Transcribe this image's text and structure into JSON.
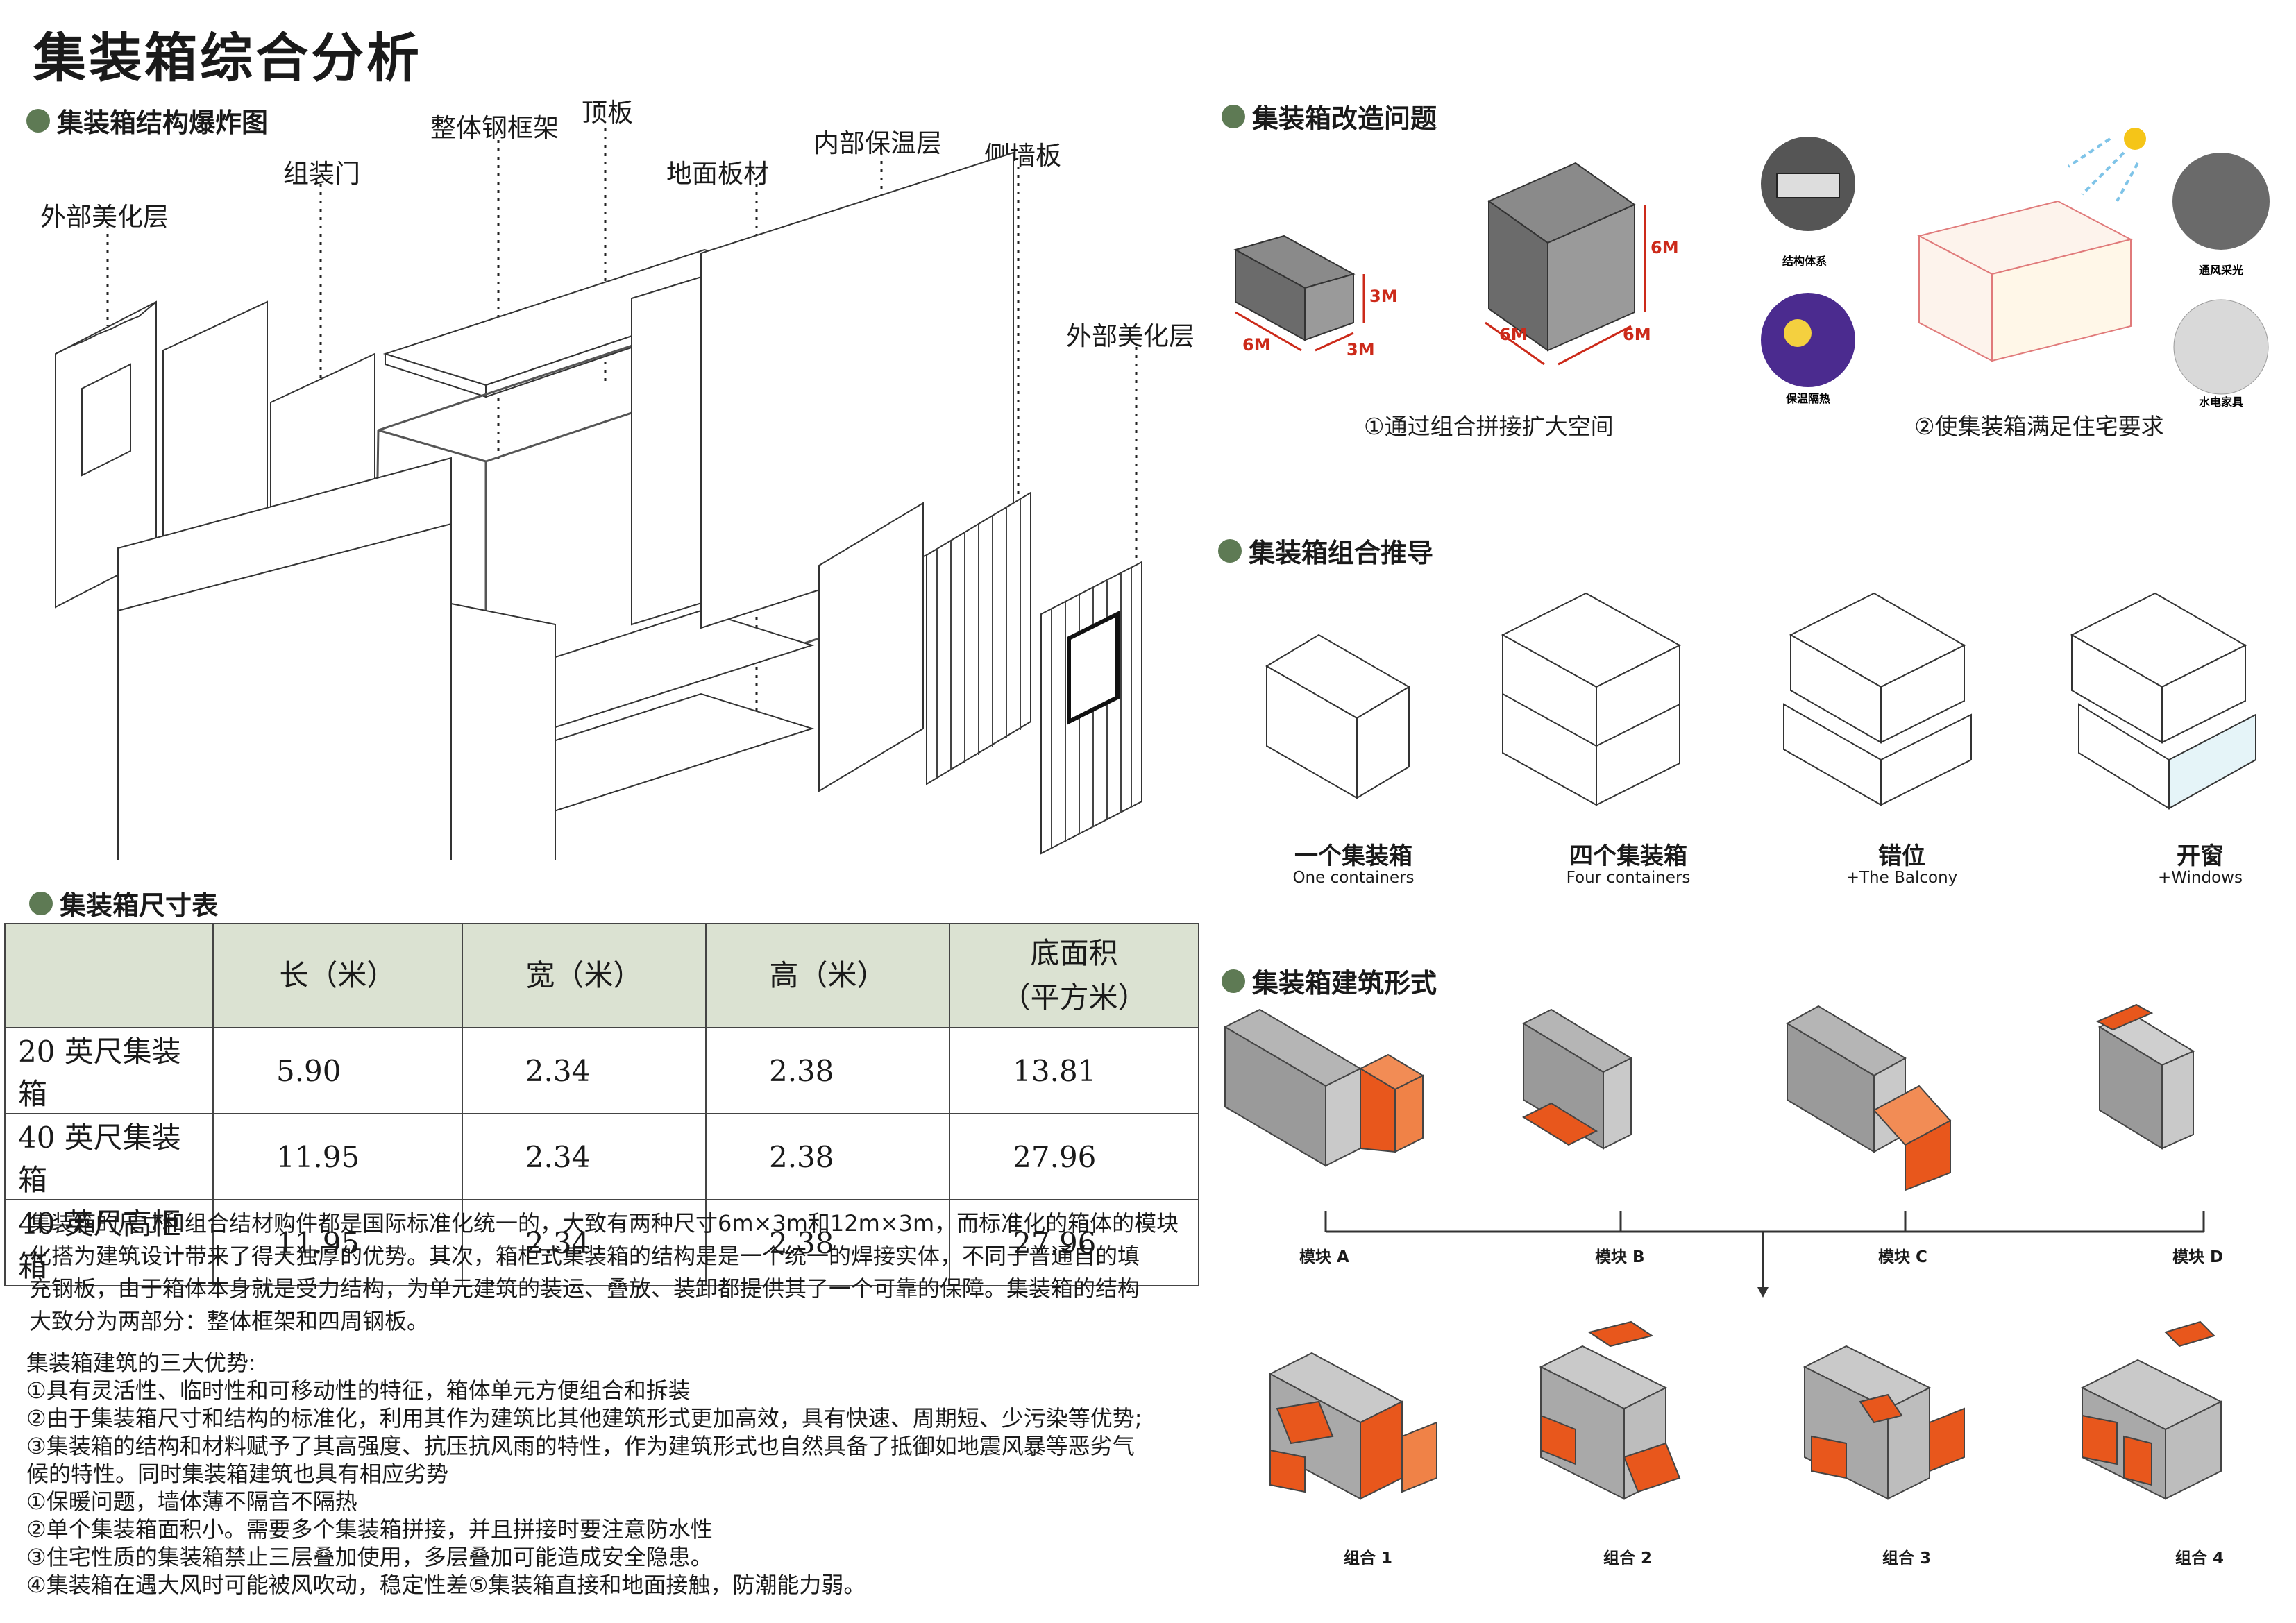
{
  "title": "集装箱综合分析",
  "sections": {
    "explode": "集装箱结构爆炸图",
    "size_table": "集装箱尺寸表",
    "problems": "集装箱改造问题",
    "combo": "集装箱组合推导",
    "forms": "集装箱建筑形式"
  },
  "explode_labels": {
    "ext_left": "外部美化层",
    "door": "组装门",
    "frame": "整体钢框架",
    "roof": "顶板",
    "floor": "地面板材",
    "insulation": "内部保温层",
    "side": "侧墙板",
    "ext_right": "外部美化层"
  },
  "table": {
    "headers": [
      "",
      "长（米）",
      "宽（米）",
      "高（米）",
      "底面积",
      "（平方米）"
    ],
    "rows": [
      [
        "20 英尺集装箱",
        "5.90",
        "2.34",
        "2.38",
        "13.81"
      ],
      [
        "40 英尺集装箱",
        "11.95",
        "2.34",
        "2.38",
        "27.96"
      ],
      [
        "40 英尺高柜箱",
        "11.95",
        "2.34",
        "2.38",
        "27.96"
      ]
    ]
  },
  "text": {
    "p1": [
      "集装箱的尺寸和组合结材购件都是国际标准化统一的，大致有两种尺寸6m×3m和12m×3m，而标准化的箱体的模块",
      "化搭为建筑设计带来了得天独厚的优势。其次，箱柜式集装箱的结构是是一个统一的焊接实体，不同于普通自的填",
      "充钢板，由于箱体本身就是受力结构，为单元建筑的装运、叠放、装卸都提供其了一个可靠的保障。集装箱的结构",
      "大致分为两部分：整体框架和四周钢板。"
    ],
    "p2": [
      "集装箱建筑的三大优势:",
      "①具有灵活性、临时性和可移动性的特征，箱体单元方便组合和拆装",
      "②由于集装箱尺寸和结构的标准化，利用其作为建筑比其他建筑形式更加高效，具有快速、周期短、少污染等优势;",
      "③集装箱的结构和材料赋予了其高强度、抗压抗风雨的特性，作为建筑形式也自然具备了抵御如地震风暴等恶劣气",
      "候的特性。同时集装箱建筑也具有相应劣势",
      "①保暖问题，墙体薄不隔音不隔热",
      "②单个集装箱面积小。需要多个集装箱拼接，并且拼接时要注意防水性",
      "③住宅性质的集装箱禁止三层叠加使用，多层叠加可能造成安全隐患。",
      "④集装箱在遇大风时可能被风吹动，稳定性差⑤集装箱直接和地面接触，防潮能力弱。"
    ]
  },
  "problems": {
    "caption1": "①通过组合拼接扩大空间",
    "caption2": "②使集装箱满足住宅要求",
    "dims": {
      "small_w": "6M",
      "small_h": "3M",
      "small_d": "3M",
      "big_w": "6M",
      "big_d": "6M",
      "big_h": "6M"
    },
    "bubbles": [
      "结构体系",
      "保温隔热",
      "通风采光",
      "水电家具"
    ]
  },
  "combo": [
    {
      "cn": "一个集装箱",
      "en": "One containers"
    },
    {
      "cn": "四个集装箱",
      "en": "Four containers"
    },
    {
      "cn": "错位",
      "en": "+The Balcony"
    },
    {
      "cn": "开窗",
      "en": "+Windows"
    }
  ],
  "modules": [
    "模块 A",
    "模块 B",
    "模块 C",
    "模块 D"
  ],
  "groups": [
    "组合 1",
    "组合 2",
    "组合 3",
    "组合 4"
  ],
  "colors": {
    "accent": "#e8571c",
    "grey": "#a9a9a9",
    "section_dot": "#5e7a54",
    "table_head": "#dbe2d2"
  }
}
